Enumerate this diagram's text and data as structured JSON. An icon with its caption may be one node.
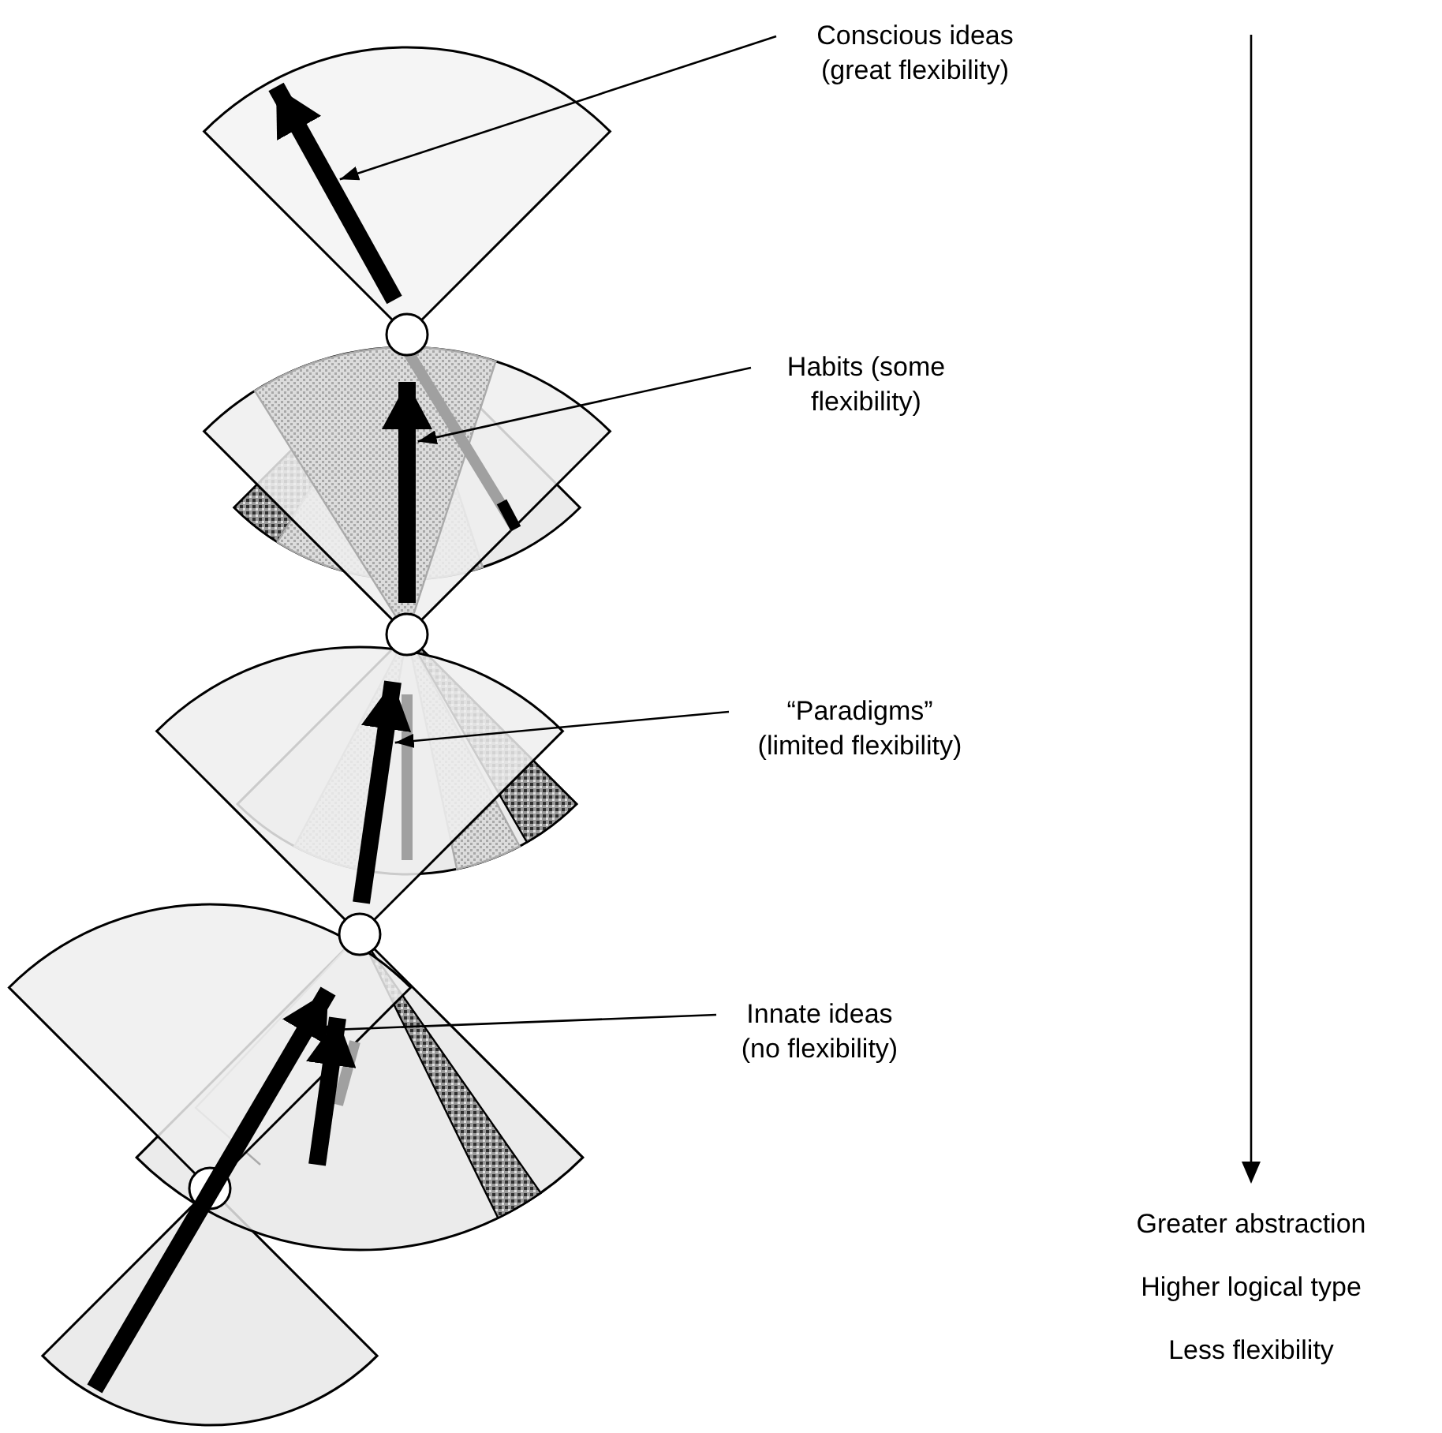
{
  "diagram": {
    "nodes": [
      {
        "text": [
          "Conscious ideas (great flexibility)"
        ]
      },
      {
        "text": [
          "Habits (some flexibility)"
        ]
      },
      {
        "text": [
          "“Paradigms” (limited flexibility)"
        ]
      },
      {
        "text": [
          "Innate ideas (no flexibility)"
        ]
      },
      {
        "text": [],
        "shape": "arrow"
      },
      {
        "text": [],
        "shape": "arrow"
      },
      {
        "text": [],
        "shape": "arrow"
      },
      {
        "text": [],
        "shape": "arrow"
      }
    ],
    "edges": [
      {
        "from": 0,
        "to": 4,
        "arrow": "to"
      },
      {
        "from": 1,
        "to": 5,
        "arrow": "to"
      },
      {
        "from": 2,
        "to": 6,
        "arrow": "to"
      },
      {
        "from": 3,
        "to": 7,
        "arrow": "to"
      }
    ],
    "labels": [
      "Greater abstraction",
      "Higher logical type",
      "Less flexibility"
    ]
  }
}
